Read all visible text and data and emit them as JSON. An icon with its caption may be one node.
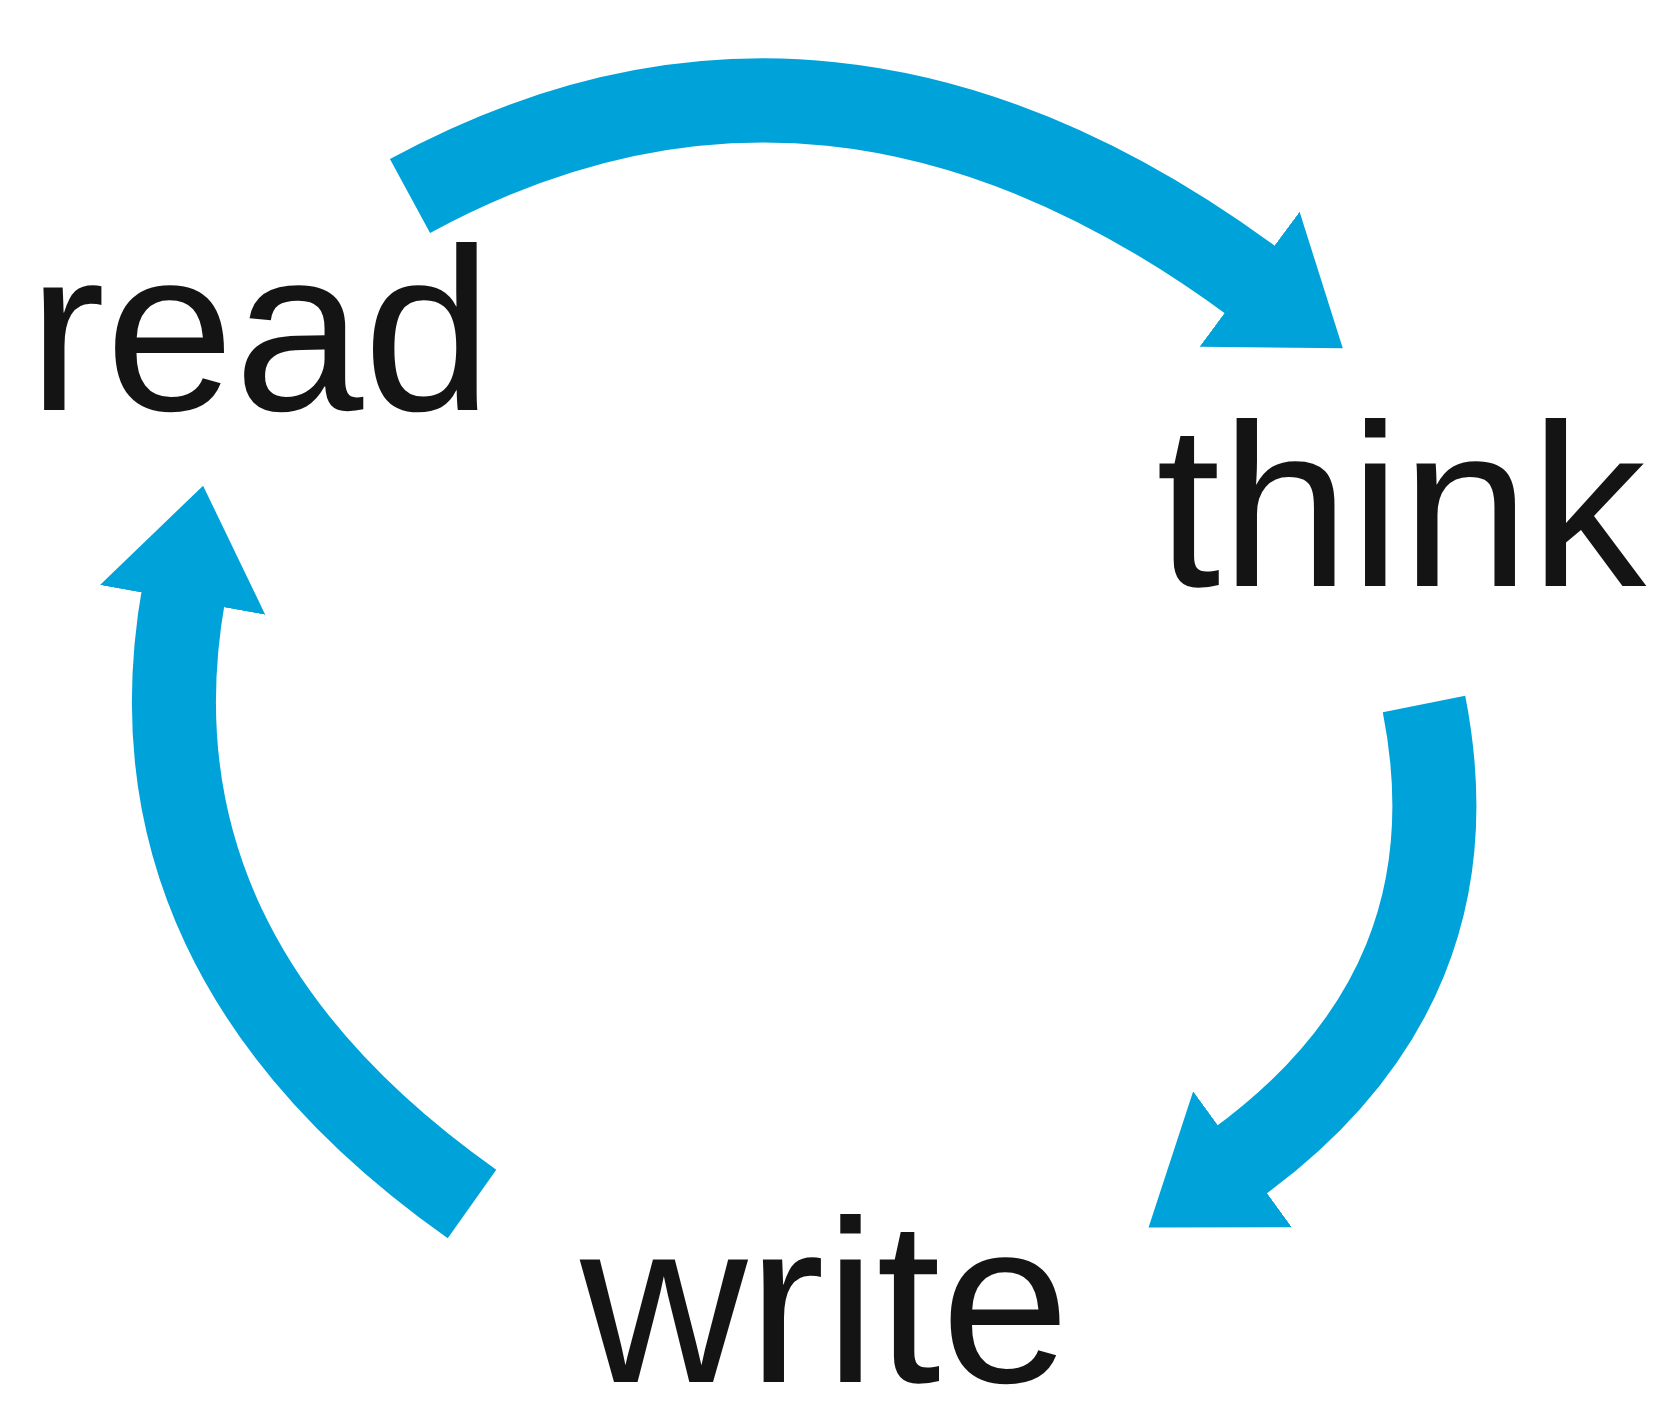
{
  "diagram": {
    "nodes": [
      {
        "text": [
          "read"
        ]
      },
      {
        "text": [
          "think"
        ]
      },
      {
        "text": [
          "write"
        ]
      }
    ],
    "edges": [
      {
        "from": 0,
        "to": 1,
        "arrow": "to"
      },
      {
        "from": 1,
        "to": 2,
        "arrow": "to"
      },
      {
        "from": 2,
        "to": 0,
        "arrow": "to"
      }
    ]
  }
}
